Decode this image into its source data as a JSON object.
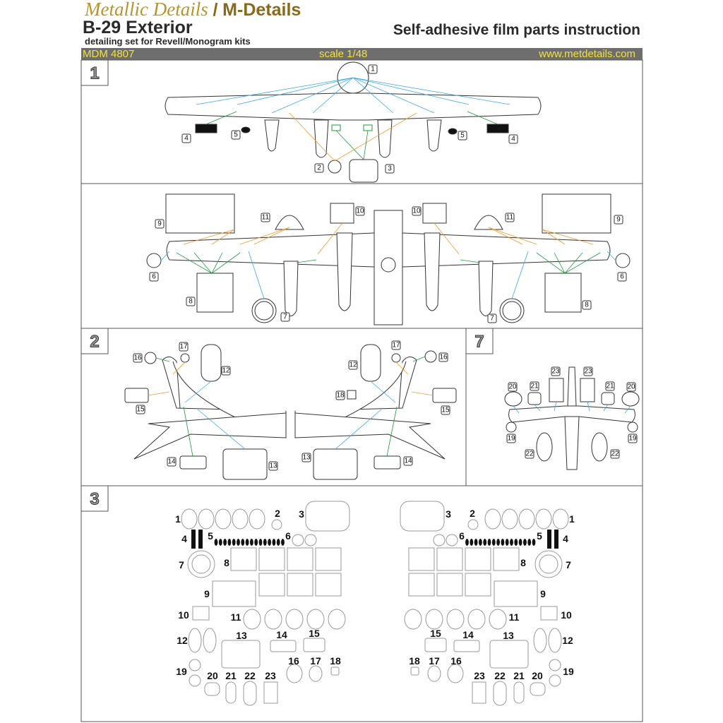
{
  "header": {
    "brand_script": "Metallic Details",
    "brand_separator": "/",
    "brand_bold": "M-Details",
    "title": "B-29 Exterior",
    "subtitle": "detailing set for Revell/Monogram kits",
    "right_title": "Self-adhesive film parts instruction"
  },
  "info_bar": {
    "code": "MDM 4807",
    "scale": "scale 1/48",
    "website": "www.metdetails.com"
  },
  "colors": {
    "blue_leader": "#3fa9e6",
    "orange_leader": "#f39a2e",
    "green_leader": "#1f9a3e",
    "bar": "#6e6e6e",
    "bar_text": "#f4e23a"
  },
  "steps": [
    "1",
    "2",
    "7",
    "3"
  ],
  "panel1_labels": [
    "1",
    "4",
    "5",
    "2",
    "3",
    "5",
    "4",
    "11",
    "10",
    "10",
    "11",
    "9",
    "9",
    "6",
    "8",
    "7",
    "7",
    "8",
    "6"
  ],
  "panel2_labels": [
    "16",
    "17",
    "12",
    "15",
    "14",
    "13",
    "17",
    "16",
    "12",
    "18",
    "15",
    "13",
    "14"
  ],
  "panel7_labels": [
    "23",
    "23",
    "20",
    "21",
    "21",
    "20",
    "19",
    "19",
    "22",
    "22"
  ],
  "panel3_labels": [
    "1",
    "2",
    "3",
    "4",
    "5",
    "6",
    "7",
    "8",
    "9",
    "10",
    "11",
    "12",
    "13",
    "14",
    "15",
    "16",
    "17",
    "18",
    "19",
    "20",
    "21",
    "22",
    "23"
  ]
}
